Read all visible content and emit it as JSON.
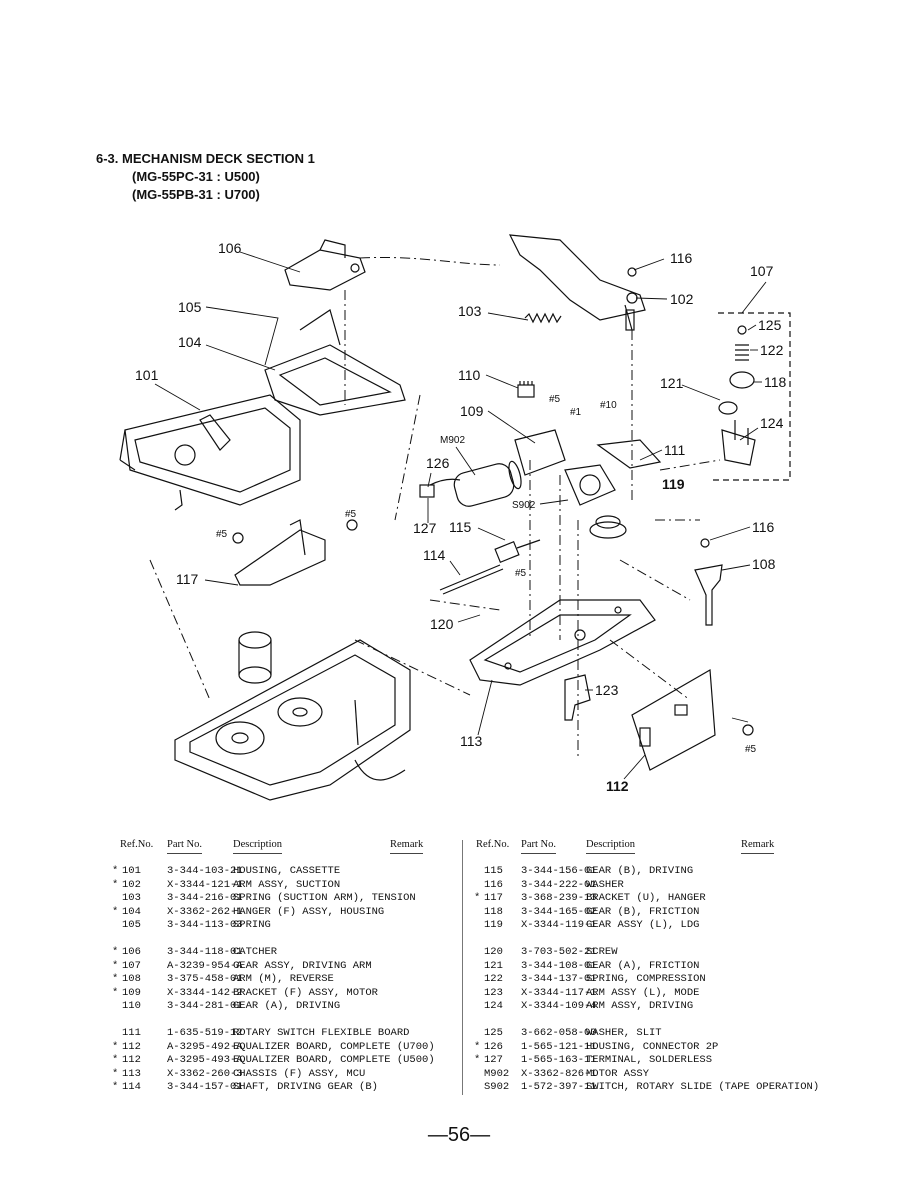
{
  "heading": {
    "title": "6-3. MECHANISM DECK SECTION 1",
    "sub1": "(MG-55PC-31 : U500)",
    "sub2": "(MG-55PB-31 : U700)"
  },
  "callouts": [
    "106",
    "116",
    "107",
    "105",
    "103",
    "102",
    "125",
    "104",
    "122",
    "101",
    "110",
    "121",
    "118",
    "109",
    "124",
    "M902",
    "111",
    "126",
    "119",
    "S902",
    "127",
    "115",
    "116",
    "114",
    "108",
    "117",
    "120",
    "123",
    "113",
    "112"
  ],
  "screw_marks": [
    "#5",
    "#1",
    "#10",
    "#5",
    "#5",
    "#5",
    "#5"
  ],
  "table": {
    "headers": {
      "ref": "Ref.No.",
      "part": "Part No.",
      "desc": "Description",
      "remark": "Remark"
    },
    "left": [
      [
        {
          "star": "*",
          "ref": "101",
          "part": "3-344-103-21",
          "desc": "HOUSING, CASSETTE"
        },
        {
          "star": "*",
          "ref": "102",
          "part": "X-3344-121-1",
          "desc": "ARM ASSY, SUCTION"
        },
        {
          "star": "",
          "ref": "103",
          "part": "3-344-216-01",
          "desc": "SPRING (SUCTION ARM), TENSION"
        },
        {
          "star": "*",
          "ref": "104",
          "part": "X-3362-262-1",
          "desc": "HANGER (F) ASSY, HOUSING"
        },
        {
          "star": "",
          "ref": "105",
          "part": "3-344-113-03",
          "desc": "SPRING"
        }
      ],
      [
        {
          "star": "*",
          "ref": "106",
          "part": "3-344-118-01",
          "desc": "CATCHER"
        },
        {
          "star": "*",
          "ref": "107",
          "part": "A-3239-954-A",
          "desc": "GEAR ASSY, DRIVING ARM"
        },
        {
          "star": "*",
          "ref": "108",
          "part": "3-375-458-01",
          "desc": "ARM (M), REVERSE"
        },
        {
          "star": "*",
          "ref": "109",
          "part": "X-3344-142-2",
          "desc": "BRACKET (F) ASSY, MOTOR"
        },
        {
          "star": "",
          "ref": "110",
          "part": "3-344-281-01",
          "desc": "GEAR (A), DRIVING"
        }
      ],
      [
        {
          "star": "",
          "ref": "111",
          "part": "1-635-519-12",
          "desc": "ROTARY SWITCH FLEXIBLE BOARD"
        },
        {
          "star": "*",
          "ref": "112",
          "part": "A-3295-492-A",
          "desc": "EQUALIZER BOARD, COMPLETE (U700)"
        },
        {
          "star": "*",
          "ref": "112",
          "part": "A-3295-493-A",
          "desc": "EQUALIZER BOARD, COMPLETE (U500)"
        },
        {
          "star": "*",
          "ref": "113",
          "part": "X-3362-260-3",
          "desc": "CHASSIS (F) ASSY, MCU"
        },
        {
          "star": "*",
          "ref": "114",
          "part": "3-344-157-01",
          "desc": "SHAFT, DRIVING GEAR (B)"
        }
      ]
    ],
    "right": [
      [
        {
          "star": "",
          "ref": "115",
          "part": "3-344-156-01",
          "desc": "GEAR (B), DRIVING"
        },
        {
          "star": "",
          "ref": "116",
          "part": "3-344-222-01",
          "desc": "WASHER"
        },
        {
          "star": "*",
          "ref": "117",
          "part": "3-368-239-13",
          "desc": "BRACKET (U), HANGER"
        },
        {
          "star": "",
          "ref": "118",
          "part": "3-344-165-02",
          "desc": "GEAR (B), FRICTION"
        },
        {
          "star": "",
          "ref": "119",
          "part": "X-3344-119-1",
          "desc": "GEAR ASSY (L), LDG"
        }
      ],
      [
        {
          "star": "",
          "ref": "120",
          "part": "3-703-502-21",
          "desc": "SCREW"
        },
        {
          "star": "",
          "ref": "121",
          "part": "3-344-108-01",
          "desc": "GEAR (A), FRICTION"
        },
        {
          "star": "",
          "ref": "122",
          "part": "3-344-137-01",
          "desc": "SPRING, COMPRESSION"
        },
        {
          "star": "",
          "ref": "123",
          "part": "X-3344-117-1",
          "desc": "ARM ASSY (L), MODE"
        },
        {
          "star": "",
          "ref": "124",
          "part": "X-3344-109-4",
          "desc": "ARM ASSY, DRIVING"
        }
      ],
      [
        {
          "star": "",
          "ref": "125",
          "part": "3-662-058-00",
          "desc": "WASHER, SLIT"
        },
        {
          "star": "*",
          "ref": "126",
          "part": "1-565-121-11",
          "desc": "HOUSING, CONNECTOR 2P"
        },
        {
          "star": "*",
          "ref": "127",
          "part": "1-565-163-11",
          "desc": "TERMINAL, SOLDERLESS"
        },
        {
          "star": "",
          "ref": "M902",
          "part": "X-3362-826-1",
          "desc": "MOTOR ASSY"
        },
        {
          "star": "",
          "ref": "S902",
          "part": "1-572-397-11",
          "desc": "SWITCH, ROTARY SLIDE (TAPE OPERATION)"
        }
      ]
    ]
  },
  "page_number": "—56—"
}
